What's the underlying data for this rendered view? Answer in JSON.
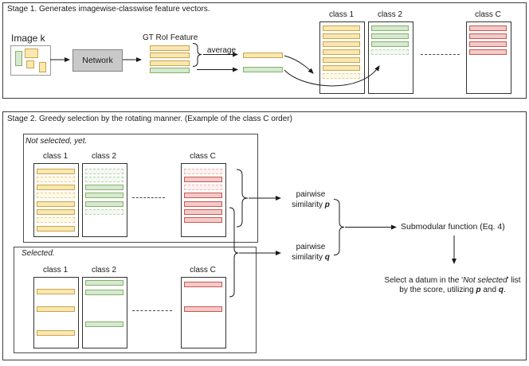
{
  "stage1": {
    "title": "Stage 1. Generates imagewise-classwise feature vectors.",
    "image_label": "Image k",
    "network_label": "Network",
    "gt_feature_label": "GT RoI Feature",
    "average_label": "average"
  },
  "stage2": {
    "title": "Stage 2. Greedy selection by the rotating manner. (Example of the class C order)",
    "not_selected_label": "Not selected, yet.",
    "selected_label": "Selected.",
    "pairwise_p": {
      "line1": "pairwise",
      "line2": "similarity",
      "symbol": "p"
    },
    "pairwise_q": {
      "line1": "pairwise",
      "line2": "similarity",
      "symbol": "q"
    },
    "submodular_label": "Submodular function (Eq. 4)",
    "select_note": {
      "line1_pre": "Select a datum in the '",
      "line1_italic": "Not selected",
      "line1_post": "' list",
      "line2_pre": "by the score, utilizing ",
      "sym_p": "p",
      "line2_mid": " and ",
      "sym_q": "q",
      "line2_post": "."
    }
  },
  "palette": {
    "yellow": {
      "fill": "#FAE7B0",
      "stroke": "#C7A64B",
      "fill_dash": "#FEF8E6",
      "stroke_dash": "#E2CE96"
    },
    "green": {
      "fill": "#D6E9CE",
      "stroke": "#85B06B",
      "fill_dash": "#F3F9F1",
      "stroke_dash": "#B7D3AE"
    },
    "red": {
      "fill": "#F5C9C7",
      "stroke": "#C35A55",
      "fill_dash": "#FDF1F0",
      "stroke_dash": "#EBB6B4"
    },
    "network_fill": "#C9C9C9",
    "network_stroke": "#828282",
    "line": "#1a1a1a"
  },
  "columns": {
    "stage1": [
      {
        "label": "class 1",
        "color": "yellow",
        "bars": [
          {
            "dy": 4.5,
            "style": "solid"
          },
          {
            "dy": 14.6,
            "style": "solid"
          },
          {
            "dy": 24.7,
            "style": "solid"
          },
          {
            "dy": 34.8,
            "style": "solid"
          },
          {
            "dy": 44.9,
            "style": "solid"
          },
          {
            "dy": 55.0,
            "style": "solid"
          },
          {
            "dy": 65.1,
            "style": "dashed"
          }
        ]
      },
      {
        "label": "class 2",
        "color": "green",
        "bars": [
          {
            "dy": 4.5,
            "style": "solid"
          },
          {
            "dy": 14.6,
            "style": "solid"
          },
          {
            "dy": 24.7,
            "style": "solid"
          },
          {
            "dy": 34.8,
            "style": "dashed"
          }
        ]
      },
      {
        "label": "class C",
        "color": "red",
        "bars": [
          {
            "dy": 4.5,
            "style": "solid"
          },
          {
            "dy": 14.6,
            "style": "solid"
          },
          {
            "dy": 24.7,
            "style": "solid"
          },
          {
            "dy": 34.8,
            "style": "solid"
          }
        ]
      }
    ],
    "not_selected": [
      {
        "label": "class 1",
        "color": "yellow",
        "bars": [
          {
            "dy": 6.5,
            "style": "solid"
          },
          {
            "dy": 16.8,
            "style": "dashed"
          },
          {
            "dy": 27.1,
            "style": "solid"
          },
          {
            "dy": 37.4,
            "style": "dashed"
          },
          {
            "dy": 47.7,
            "style": "solid"
          },
          {
            "dy": 58.0,
            "style": "solid"
          },
          {
            "dy": 68.3,
            "style": "dashed"
          },
          {
            "dy": 78.6,
            "style": "solid"
          }
        ]
      },
      {
        "label": "class 2",
        "color": "green",
        "bars": [
          {
            "dy": 6.5,
            "style": "dashed"
          },
          {
            "dy": 16.8,
            "style": "dashed"
          },
          {
            "dy": 27.1,
            "style": "solid"
          },
          {
            "dy": 37.4,
            "style": "solid"
          },
          {
            "dy": 47.7,
            "style": "solid"
          },
          {
            "dy": 58.0,
            "style": "dashed"
          }
        ]
      },
      {
        "label": "class C",
        "color": "red",
        "bars": [
          {
            "dy": 6.5,
            "style": "dashed"
          },
          {
            "dy": 16.8,
            "style": "solid"
          },
          {
            "dy": 27.1,
            "style": "dashed"
          },
          {
            "dy": 37.4,
            "style": "solid"
          },
          {
            "dy": 47.7,
            "style": "solid"
          },
          {
            "dy": 58.0,
            "style": "solid"
          },
          {
            "dy": 68.3,
            "style": "solid"
          }
        ]
      }
    ],
    "selected": [
      {
        "label": "class 1",
        "color": "yellow",
        "bars": [
          {
            "dy": 15.0,
            "style": "solid"
          },
          {
            "dy": 37.0,
            "style": "solid"
          },
          {
            "dy": 67.0,
            "style": "solid"
          }
        ]
      },
      {
        "label": "class 2",
        "color": "green",
        "bars": [
          {
            "dy": 3.5,
            "style": "solid"
          },
          {
            "dy": 15.5,
            "style": "solid"
          },
          {
            "dy": 55.5,
            "style": "solid"
          }
        ]
      },
      {
        "label": "class C",
        "color": "red",
        "bars": [
          {
            "dy": 5.5,
            "style": "solid"
          },
          {
            "dy": 36.5,
            "style": "solid"
          }
        ]
      }
    ]
  }
}
